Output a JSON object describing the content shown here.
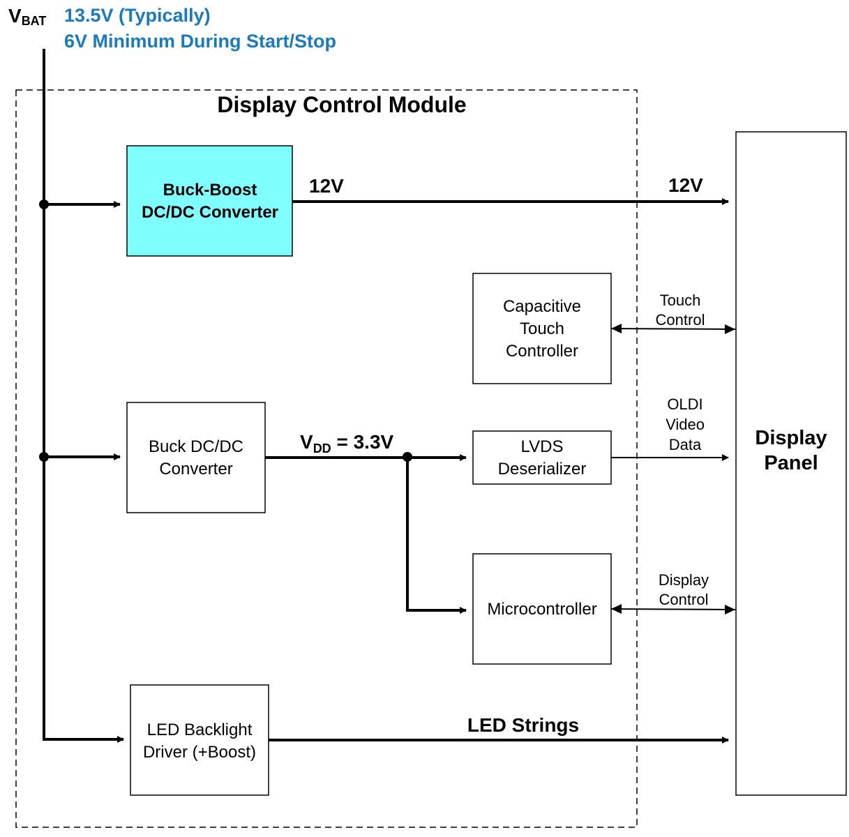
{
  "supply": {
    "label_main": "V",
    "label_sub": "BAT",
    "note_line1": "13.5V (Typically)",
    "note_line2": "6V Minimum During Start/Stop",
    "note_color": "#1a7abf"
  },
  "module": {
    "title": "Display Control Module"
  },
  "blocks": {
    "buck_boost": {
      "line1": "Buck-Boost",
      "line2": "DC/DC Converter",
      "fill": "#80ffff"
    },
    "buck": {
      "line1": "Buck DC/DC",
      "line2": "Converter"
    },
    "touch": {
      "line1": "Capacitive",
      "line2": "Touch",
      "line3": "Controller"
    },
    "lvds": {
      "line1": "LVDS",
      "line2": "Deserializer"
    },
    "mcu": {
      "line1": "Microcontroller"
    },
    "led_driver": {
      "line1": "LED Backlight",
      "line2": "Driver (+Boost)"
    },
    "panel": {
      "line1": "Display",
      "line2": "Panel"
    }
  },
  "signals": {
    "rail_12v_left": "12V",
    "rail_12v_right": "12V",
    "vdd_main": "V",
    "vdd_sub": "DD",
    "vdd_value": " = 3.3V",
    "touch_line1": "Touch",
    "touch_line2": "Control",
    "oldi_line1": "OLDI",
    "oldi_line2": "Video",
    "oldi_line3": "Data",
    "display_ctrl_line1": "Display",
    "display_ctrl_line2": "Control",
    "led_strings": "LED Strings"
  }
}
